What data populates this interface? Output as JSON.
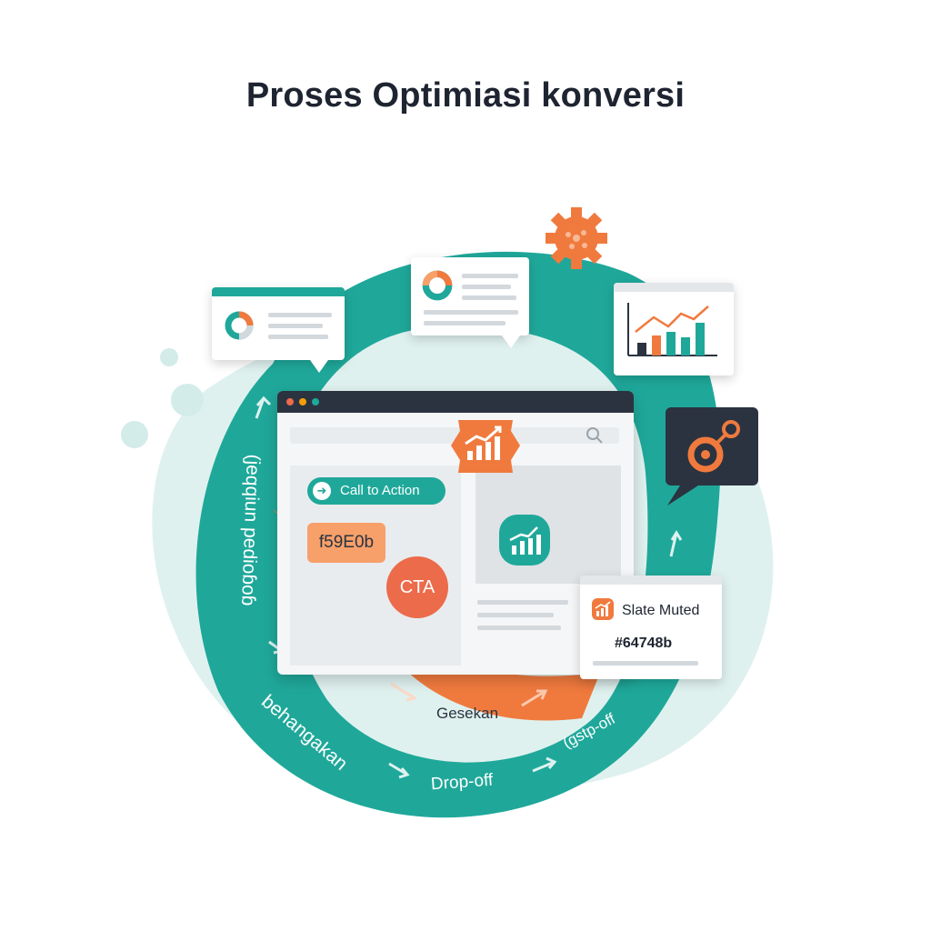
{
  "title": "Proses Optimiasi konversi",
  "colors": {
    "teal": "#1fa89a",
    "orange": "#f07a3e",
    "coral": "#ec6b4b",
    "dark": "#2b3340",
    "pale_teal": "#dff1ef"
  },
  "icons": [
    "donut-chart-icon",
    "bar-line-chart-icon",
    "search-icon",
    "arrow-right-circle-icon",
    "gear-icon",
    "target-icon"
  ],
  "browser": {
    "cta_button": "Call to Action",
    "color_chip": "f59E0b",
    "cta_circle": "CTA"
  },
  "swatch_card": {
    "name": "Slate Muted",
    "hex": "#64748b"
  },
  "flow_labels": {
    "left": "(jeqqiun pedioɓoɓ",
    "bottom_left": "behangakan",
    "inner": "Gesekan",
    "bottom": "Drop-off",
    "bottom_right": "(gstp-off"
  }
}
